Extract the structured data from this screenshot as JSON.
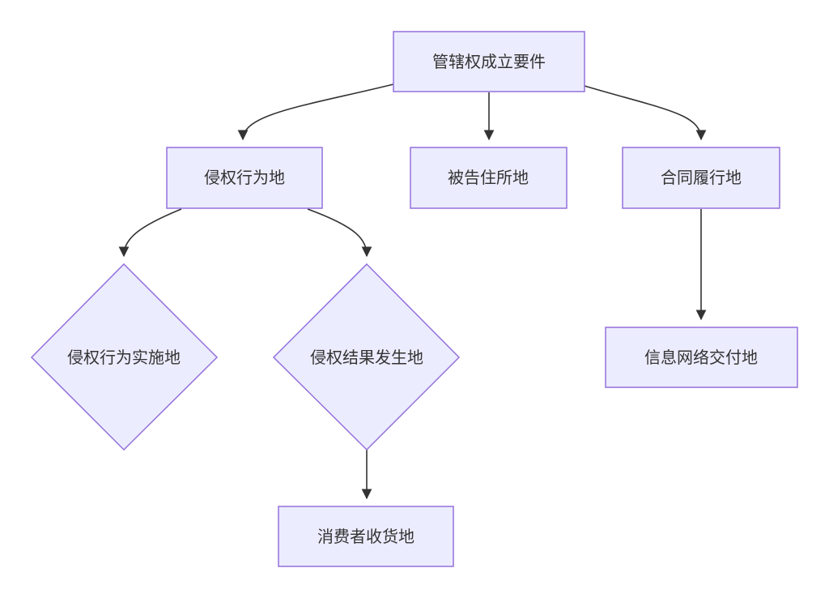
{
  "colors": {
    "node_fill": "#ECECFF",
    "node_border": "#9370DB",
    "edge": "#333333",
    "text": "#333333",
    "background": "#FFFFFF"
  },
  "nodes": {
    "root": {
      "label": "管辖权成立要件",
      "shape": "rect"
    },
    "tort_place": {
      "label": "侵权行为地",
      "shape": "rect"
    },
    "defendant_domicile": {
      "label": "被告住所地",
      "shape": "rect"
    },
    "contract_place": {
      "label": "合同履行地",
      "shape": "rect"
    },
    "tort_act_place": {
      "label": "侵权行为实施地",
      "shape": "diamond"
    },
    "tort_result_place": {
      "label": "侵权结果发生地",
      "shape": "diamond"
    },
    "info_delivery_place": {
      "label": "信息网络交付地",
      "shape": "rect"
    },
    "consumer_receipt_place": {
      "label": "消费者收货地",
      "shape": "rect"
    }
  },
  "edges": [
    {
      "from": "root",
      "to": "tort_place"
    },
    {
      "from": "root",
      "to": "defendant_domicile"
    },
    {
      "from": "root",
      "to": "contract_place"
    },
    {
      "from": "tort_place",
      "to": "tort_act_place"
    },
    {
      "from": "tort_place",
      "to": "tort_result_place"
    },
    {
      "from": "contract_place",
      "to": "info_delivery_place"
    },
    {
      "from": "tort_result_place",
      "to": "consumer_receipt_place"
    }
  ]
}
